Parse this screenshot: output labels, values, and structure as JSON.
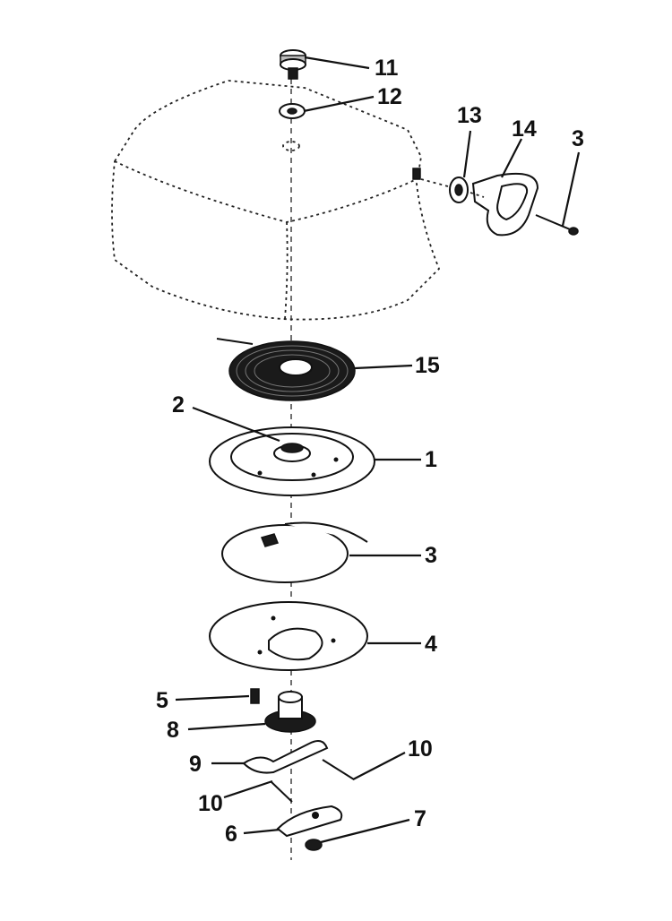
{
  "callouts": {
    "c1": "1",
    "c2": "2",
    "c3a": "3",
    "c3b": "3",
    "c4": "4",
    "c5": "5",
    "c6": "6",
    "c7": "7",
    "c8": "8",
    "c9": "9",
    "c10a": "10",
    "c10b": "10",
    "c11": "11",
    "c12": "12",
    "c13": "13",
    "c14": "14",
    "c15": "15"
  }
}
